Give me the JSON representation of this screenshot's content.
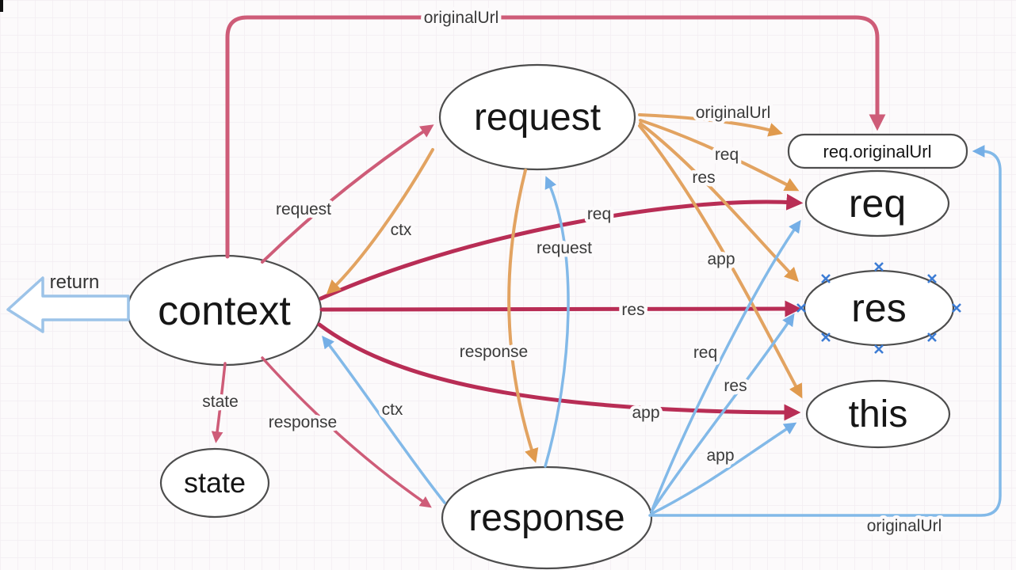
{
  "canvas": {
    "selected_node": "res",
    "colors": {
      "rose_arrow": "#ce5c78",
      "crimson_arrow": "#b82d55",
      "orange_arrow": "#e2a361",
      "blue_arrow": "#82b9e8",
      "node_stroke": "#4d4d4d",
      "node_fill": "#ffffff",
      "node_text": "#161616",
      "edge_label_text": "#3a3a3a",
      "selection_handle": "#3c7cd4",
      "background": "#fcfafb",
      "grid_line": "#f2edf2"
    },
    "nodes": {
      "context": {
        "label": "context"
      },
      "request": {
        "label": "request"
      },
      "response": {
        "label": "response"
      },
      "req": {
        "label": "req"
      },
      "res": {
        "label": "res"
      },
      "this_node": {
        "label": "this"
      },
      "state": {
        "label": "state"
      },
      "req_originalUrl": {
        "label": "req.originalUrl"
      }
    },
    "edges": {
      "context_originalUrl": {
        "from": "context",
        "to": "req.originalUrl",
        "label": "originalUrl"
      },
      "context_request": {
        "from": "context",
        "to": "request",
        "label": "request"
      },
      "context_state": {
        "from": "context",
        "to": "state",
        "label": "state"
      },
      "context_response": {
        "from": "context",
        "to": "response",
        "label": "response"
      },
      "context_req": {
        "from": "context",
        "to": "req",
        "label": "req"
      },
      "context_res": {
        "from": "context",
        "to": "res",
        "label": "res"
      },
      "context_this": {
        "from": "context",
        "to": "this",
        "label": "app"
      },
      "request_ctx": {
        "from": "request",
        "to": "context",
        "label": "ctx"
      },
      "request_response": {
        "from": "request",
        "to": "response",
        "label": "response"
      },
      "request_originalUrl": {
        "from": "request",
        "to": "req.originalUrl",
        "label": "originalUrl"
      },
      "request_req": {
        "from": "request",
        "to": "req",
        "label": "req"
      },
      "request_res": {
        "from": "request",
        "to": "res",
        "label": "res"
      },
      "request_this": {
        "from": "request",
        "to": "this",
        "label": "app"
      },
      "response_request": {
        "from": "response",
        "to": "request",
        "label": "request"
      },
      "response_ctx": {
        "from": "response",
        "to": "context",
        "label": "ctx"
      },
      "response_req": {
        "from": "response",
        "to": "req",
        "label": "req"
      },
      "response_res": {
        "from": "response",
        "to": "res",
        "label": "res"
      },
      "response_this": {
        "from": "response",
        "to": "this",
        "label": "app"
      },
      "response_originalUrl": {
        "from": "response",
        "to": "req.originalUrl",
        "label": "originalUrl"
      }
    },
    "return_arrow": {
      "label": "return"
    }
  }
}
